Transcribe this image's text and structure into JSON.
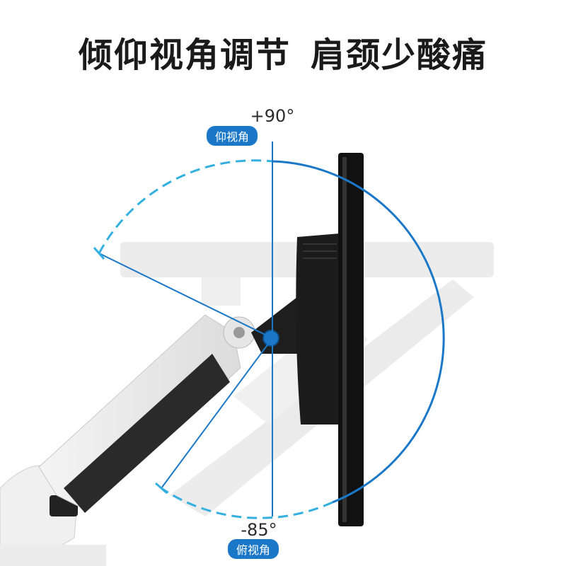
{
  "headline": {
    "part1": "倾仰视角调节",
    "part2": "肩颈少酸痛"
  },
  "tilt_up": {
    "angle": "+90°",
    "label": "仰视角"
  },
  "tilt_down": {
    "angle": "-85°",
    "label": "俯视角"
  },
  "colors": {
    "accent": "#1b78c8",
    "arc_light": "#33b0e0",
    "text": "#1a1a1a"
  }
}
